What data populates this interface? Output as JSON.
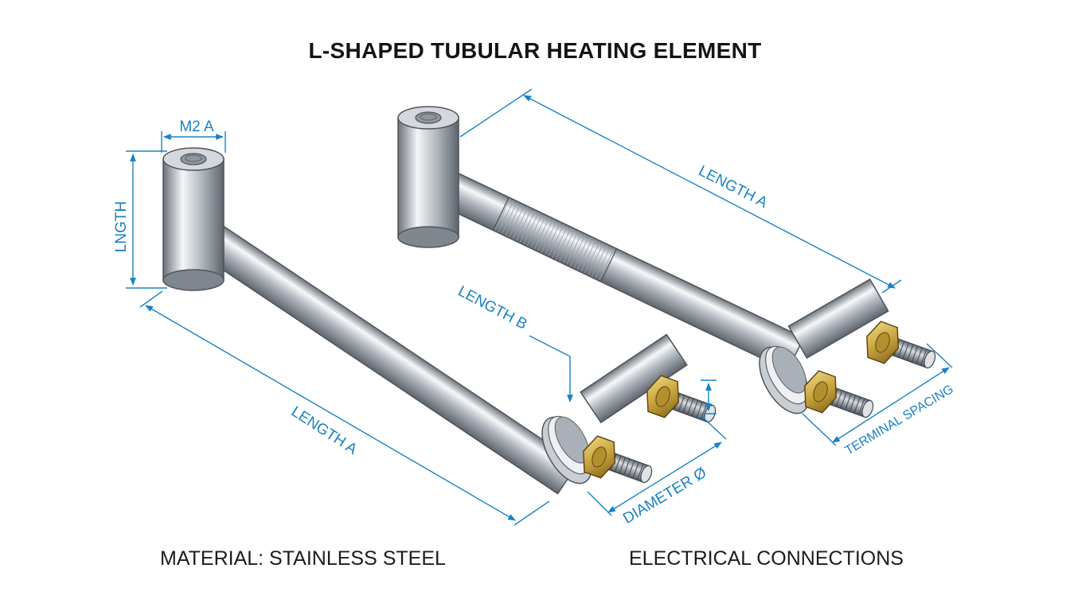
{
  "title": "L-SHAPED TUBULAR HEATING ELEMENT",
  "captions": {
    "material": "MATERIAL: STAINLESS STEEL",
    "electrical": "ELECTRICAL CONNECTIONS"
  },
  "dimension_labels": {
    "thread_m2a": "M2 A",
    "left_length_vertical": "LNGTH",
    "left_length_a": "LENGTH A",
    "length_b": "LENGTH B",
    "right_length_a": "LENGTH A",
    "diameter": "DIAMETER Ø",
    "terminal_spacing": "TERMINAL SPACING"
  },
  "colors": {
    "dimension_blue": "#1a82c4",
    "steel_light": "#f4f6f8",
    "steel_dark": "#7e858d",
    "brass": "#c9a43e"
  }
}
